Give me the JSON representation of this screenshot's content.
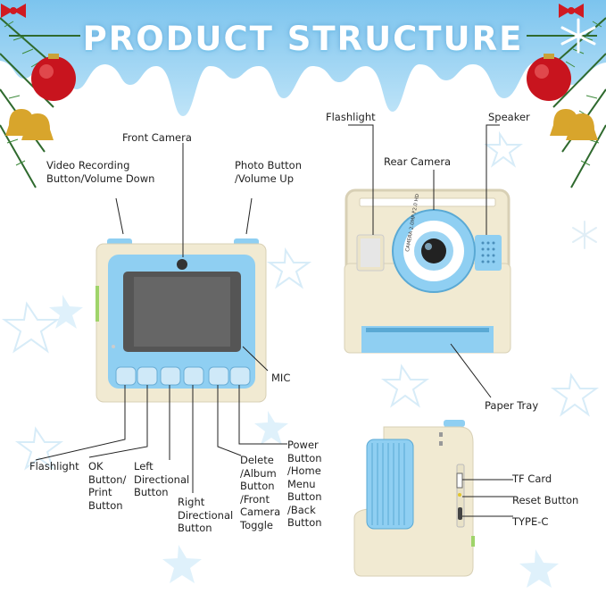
{
  "title": "PRODUCT STRUCTURE",
  "front_view": {
    "front_camera": "Front Camera",
    "video_button": "Video Recording\nButton/Volume Down",
    "photo_button": "Photo Button\n/Volume Up",
    "mic": "MIC",
    "flashlight": "Flashlight",
    "ok_button": "OK\nButton/\nPrint\nButton",
    "left_button": "Left\nDirectional\nButton",
    "right_button": "Right\nDirectional\nButton",
    "delete_button": "Delete\n/Album\nButton\n/Front\nCamera\nToggle",
    "power_button": "Power\nButton\n/Home\nMenu\nButton\n/Back\nButton"
  },
  "back_view": {
    "flashlight": "Flashlight",
    "rear_camera": "Rear Camera",
    "speaker": "Speaker",
    "paper_tray": "Paper Tray",
    "lens_text": "CAMERA 2.0MP F2.0 HD"
  },
  "side_view": {
    "tf_card": "TF Card",
    "reset_button": "Reset Button",
    "type_c": "TYPE-C"
  },
  "colors": {
    "body": "#f1ead2",
    "accent_blue": "#8fcff2",
    "screen": "#555555"
  }
}
